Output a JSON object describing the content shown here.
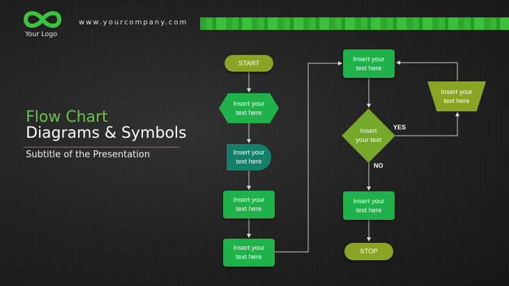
{
  "header": {
    "logo_text": "Your Logo",
    "website": "www.yourcompany.com",
    "logo_icon": "infinity-icon"
  },
  "title": {
    "line1": "Flow Chart",
    "line2": "Diagrams & Symbols",
    "subtitle": "Subtitle of the Presentation"
  },
  "flow": {
    "start": "START",
    "stop": "STOP",
    "hexagon": [
      "Insert your",
      "text here"
    ],
    "delay": [
      "Insert your",
      "text here"
    ],
    "process_left_1": [
      "Insert your",
      "text here"
    ],
    "process_left_2": [
      "Insert your",
      "text here"
    ],
    "process_top_right": [
      "Insert your",
      "text here"
    ],
    "decision": [
      "Insert",
      "your text"
    ],
    "process_bottom_right": [
      "Insert your",
      "text here"
    ],
    "manual_op": [
      "Insert your",
      "text here"
    ],
    "yes_label": "YES",
    "no_label": "NO"
  },
  "colors": {
    "green": "#1fb24b",
    "olive": "#8aa523",
    "teal": "#14806a",
    "title_green": "#6cc24a"
  }
}
